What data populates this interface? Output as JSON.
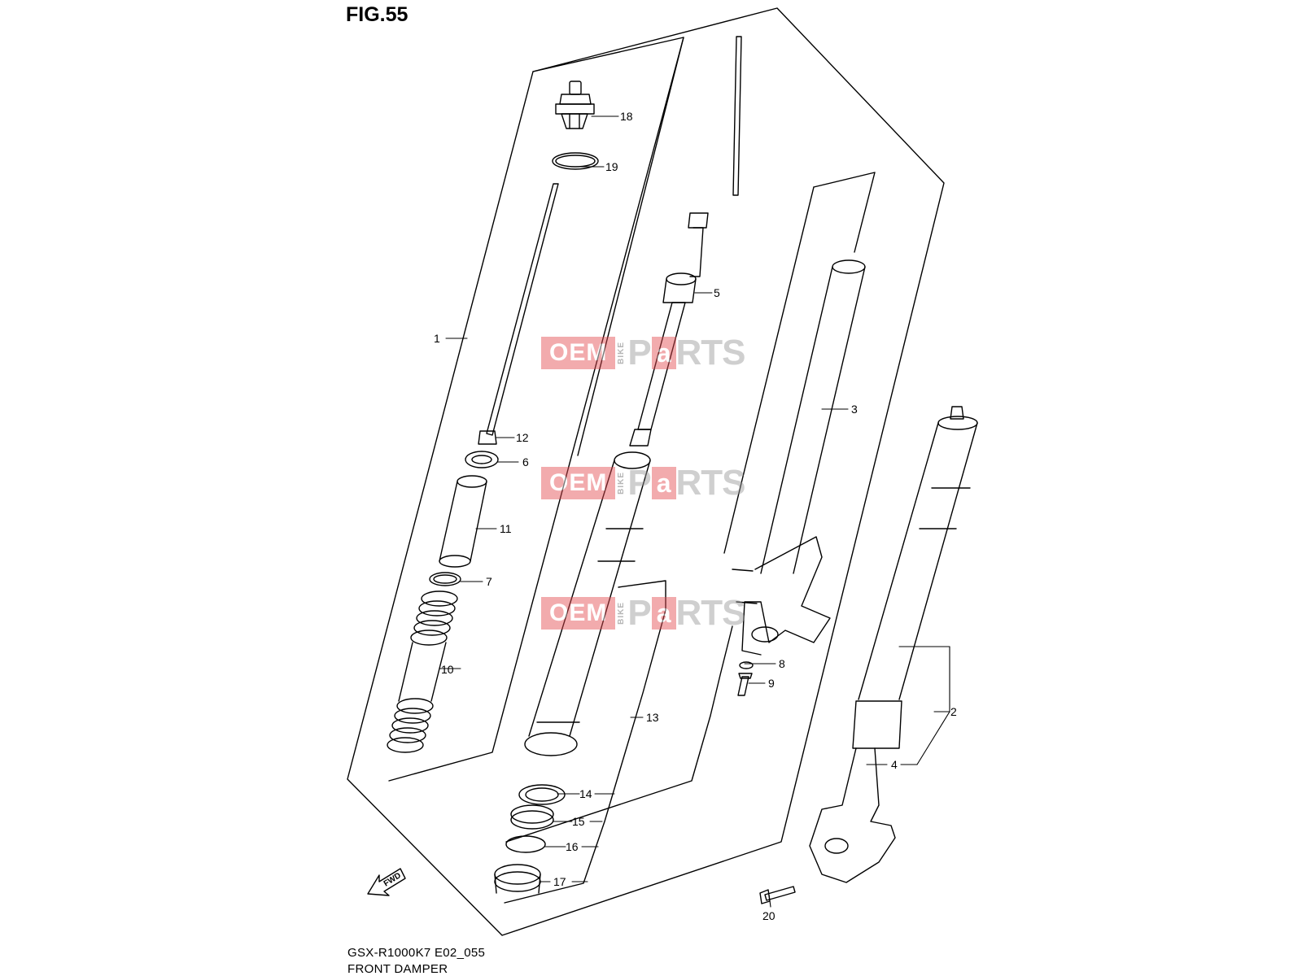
{
  "figure": {
    "title": "FIG.55",
    "model_code": "GSX-R1000K7 E02_055",
    "name": "FRONT DAMPER",
    "direction_tag": "FWD"
  },
  "watermark": {
    "oem": "OEM",
    "bike": "BIKE",
    "p": "P",
    "a": "a",
    "rts": "RTS"
  },
  "callouts": [
    "1",
    "2",
    "3",
    "4",
    "5",
    "6",
    "7",
    "8",
    "9",
    "10",
    "11",
    "12",
    "13",
    "14",
    "15",
    "16",
    "17",
    "18",
    "19",
    "20"
  ],
  "colors": {
    "line": "#000000",
    "watermark_red": "#e34b50",
    "watermark_gray": "#999999"
  }
}
